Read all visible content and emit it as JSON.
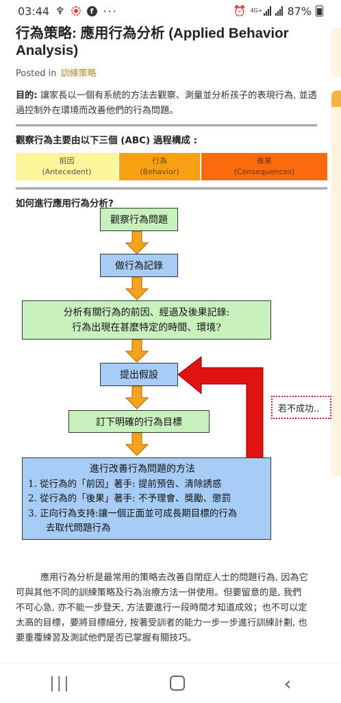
{
  "status": {
    "time": "03:44",
    "network": "4G+",
    "battery": "87%"
  },
  "article": {
    "title": "行為策略: 應用行為分析 (Applied Behavior Analysis)",
    "posted_in": "Posted in",
    "category": "訓練策略",
    "goal_label": "目的:",
    "goal_text": "讓家長以一個有系統的方法去觀察、測量並分析孩子的表現行為, 並透過控制外在環境而改善他們的行為問題。",
    "abc_title": "觀察行為主要由以下三個 (ABC) 過程構成 :",
    "abc": [
      {
        "zh": "前因",
        "en": "(Antecedent)"
      },
      {
        "zh": "行為",
        "en": "(Behavior)"
      },
      {
        "zh": "後果",
        "en": "(Consequences)"
      }
    ],
    "how_title": "如何進行應用行為分析?",
    "body": "應用行為分析是最常用的策略去改善自閉症人士的問題行為, 因為它可與其他不同的訓練策略及行為治療方法一併使用。但要留意的是, 我們不可心急, 亦不能一步登天, 方法要進行一段時間才知道成效；也不可以定太高的目標，要將目標細分, 按著受訓者的能力一步一步進行訓練計劃, 也要重覆練習及測試他們是否已掌握有關技巧。"
  },
  "flowchart": {
    "step1": "觀察行為問題",
    "step2": "做行為記錄",
    "step3_line1": "分析有關行為的前因、經過及後果記錄:",
    "step3_line2": "行為出現在甚麼特定的時間、環境?",
    "step4": "提出假設",
    "step5": "訂下明確的行為目標",
    "step6_title": "進行改善行為問題的方法",
    "step6_items": [
      "1.  從行為的「前因」著手: 提前預告、清除誘惑",
      "2.  從行為的「後果」著手: 不予理會、獎勵、懲罰",
      "3.  正向行為支持:讓一個正面並可成長期目標的行為"
    ],
    "step6_item3_cont": "去取代問題行為",
    "fail_label": "若不成功..",
    "colors": {
      "green": "#c9f1be",
      "blue": "#a7cdf6",
      "arrow_orange": "#f5a21c",
      "loop_red": "#e01212"
    }
  },
  "nav": {
    "recent_icon": "recent-apps-icon",
    "home_icon": "home-icon",
    "back_icon": "back-icon"
  }
}
